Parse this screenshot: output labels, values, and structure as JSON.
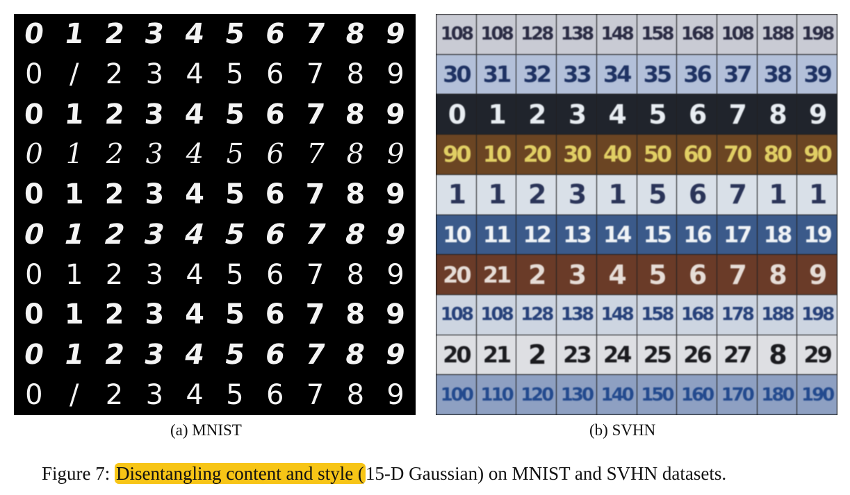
{
  "mnist_grid": {
    "rows": [
      [
        "0",
        "1",
        "2",
        "3",
        "4",
        "5",
        "6",
        "7",
        "8",
        "9"
      ],
      [
        "0",
        "/",
        "2",
        "3",
        "4",
        "5",
        "6",
        "7",
        "8",
        "9"
      ],
      [
        "0",
        "1",
        "2",
        "3",
        "4",
        "5",
        "6",
        "7",
        "8",
        "9"
      ],
      [
        "0",
        "1",
        "2",
        "3",
        "4",
        "5",
        "6",
        "7",
        "8",
        "9"
      ],
      [
        "0",
        "1",
        "2",
        "3",
        "4",
        "5",
        "6",
        "7",
        "8",
        "9"
      ],
      [
        "0",
        "1",
        "2",
        "3",
        "4",
        "5",
        "6",
        "7",
        "8",
        "9"
      ],
      [
        "0",
        "1",
        "2",
        "3",
        "4",
        "5",
        "6",
        "7",
        "8",
        "9"
      ],
      [
        "0",
        "1",
        "2",
        "3",
        "4",
        "5",
        "6",
        "7",
        "8",
        "9"
      ],
      [
        "0",
        "1",
        "2",
        "3",
        "4",
        "5",
        "6",
        "7",
        "8",
        "9"
      ],
      [
        "0",
        "/",
        "2",
        "3",
        "4",
        "5",
        "6",
        "7",
        "8",
        "9"
      ]
    ],
    "row_styles": [
      {
        "slant": -8,
        "weight": "bold",
        "font": "DejaVu Sans"
      },
      {
        "slant": 0,
        "weight": "normal",
        "font": "DejaVu Sans"
      },
      {
        "slant": -4,
        "weight": "bold",
        "font": "DejaVu Sans"
      },
      {
        "slant": -10,
        "weight": "normal",
        "font": "DejaVu Serif"
      },
      {
        "slant": 0,
        "weight": "bold",
        "font": "DejaVu Sans"
      },
      {
        "slant": -14,
        "weight": "bold",
        "font": "DejaVu Sans"
      },
      {
        "slant": 0,
        "weight": "normal",
        "font": "DejaVu Sans"
      },
      {
        "slant": 0,
        "weight": "bold",
        "font": "DejaVu Sans"
      },
      {
        "slant": -10,
        "weight": "bold",
        "font": "DejaVu Sans"
      },
      {
        "slant": 0,
        "weight": "normal",
        "font": "DejaVu Sans"
      }
    ]
  },
  "svhn_grid": {
    "rows": [
      [
        "108",
        "108",
        "128",
        "138",
        "148",
        "158",
        "168",
        "108",
        "188",
        "198"
      ],
      [
        "30",
        "31",
        "32",
        "33",
        "34",
        "35",
        "36",
        "37",
        "38",
        "39"
      ],
      [
        "0",
        "1",
        "2",
        "3",
        "4",
        "5",
        "6",
        "7",
        "8",
        "9"
      ],
      [
        "90",
        "10",
        "20",
        "30",
        "40",
        "50",
        "60",
        "70",
        "80",
        "90"
      ],
      [
        "1",
        "1",
        "2",
        "3",
        "1",
        "5",
        "6",
        "7",
        "1",
        "1"
      ],
      [
        "10",
        "11",
        "12",
        "13",
        "14",
        "15",
        "16",
        "17",
        "18",
        "19"
      ],
      [
        "20",
        "21",
        "2",
        "3",
        "4",
        "5",
        "6",
        "7",
        "8",
        "9"
      ],
      [
        "108",
        "108",
        "128",
        "138",
        "148",
        "158",
        "168",
        "178",
        "188",
        "198"
      ],
      [
        "20",
        "21",
        "2",
        "23",
        "24",
        "25",
        "26",
        "27",
        "8",
        "29"
      ],
      [
        "100",
        "110",
        "120",
        "130",
        "140",
        "150",
        "160",
        "170",
        "180",
        "190"
      ]
    ],
    "row_colors": [
      {
        "bg": "#c9cbd4",
        "fg": "#2b2c44"
      },
      {
        "bg": "#b3c0d9",
        "fg": "#1e3263"
      },
      {
        "bg": "#20242c",
        "fg": "#e8edf2"
      },
      {
        "bg": "#6b4523",
        "fg": "#e1cf64"
      },
      {
        "bg": "#d9e0e8",
        "fg": "#2a3458"
      },
      {
        "bg": "#3b5a8a",
        "fg": "#f0f3f6"
      },
      {
        "bg": "#6a3b28",
        "fg": "#e6ddd7"
      },
      {
        "bg": "#cdd5e1",
        "fg": "#27417a"
      },
      {
        "bg": "#dedfe3",
        "fg": "#1b1b1f"
      },
      {
        "bg": "#8ea0c2",
        "fg": "#234a8e"
      }
    ]
  },
  "captions": {
    "mnist": "(a) MNIST",
    "svhn": "(b) SVHN",
    "figure_prefix": "Figure 7: ",
    "figure_highlighted": "Disentangling content and style (",
    "figure_rest": "15-D Gaussian) on MNIST and SVHN datasets.",
    "highlight_color": "#f7c516"
  }
}
